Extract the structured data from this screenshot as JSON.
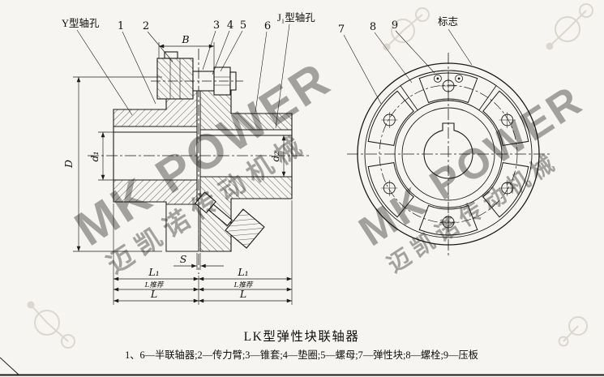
{
  "page": {
    "background": "#f7f5f1",
    "ink": "#1b1b1b",
    "caption_title": "LK型弹性块联轴器",
    "caption_legend": "1、6—半联轴器;2—传力臂;3—锥套;4—垫圈;5—螺母;7—弹性块;8—螺栓;9—压板"
  },
  "labels": {
    "y_bore": "Y型轴孔",
    "j1_bore": "J₁型轴孔",
    "mark": "标志"
  },
  "callouts": {
    "c1": "1",
    "c2": "2",
    "c3": "3",
    "c4": "4",
    "c5": "5",
    "c6": "6",
    "c7": "7",
    "c8": "8",
    "c9": "9"
  },
  "dims": {
    "B": "B",
    "D": "D",
    "d1": "d₁",
    "d2": "d₂",
    "S": "S",
    "L1_left": "L₁",
    "L1_right": "L₁",
    "Lrec_left": "L推荐",
    "Lrec_right": "L推荐",
    "L_left": "L",
    "L_right": "L"
  },
  "watermark": {
    "brand": "MK POWER",
    "company": "迈凯诺传动机械",
    "color": "#a49b8e"
  }
}
